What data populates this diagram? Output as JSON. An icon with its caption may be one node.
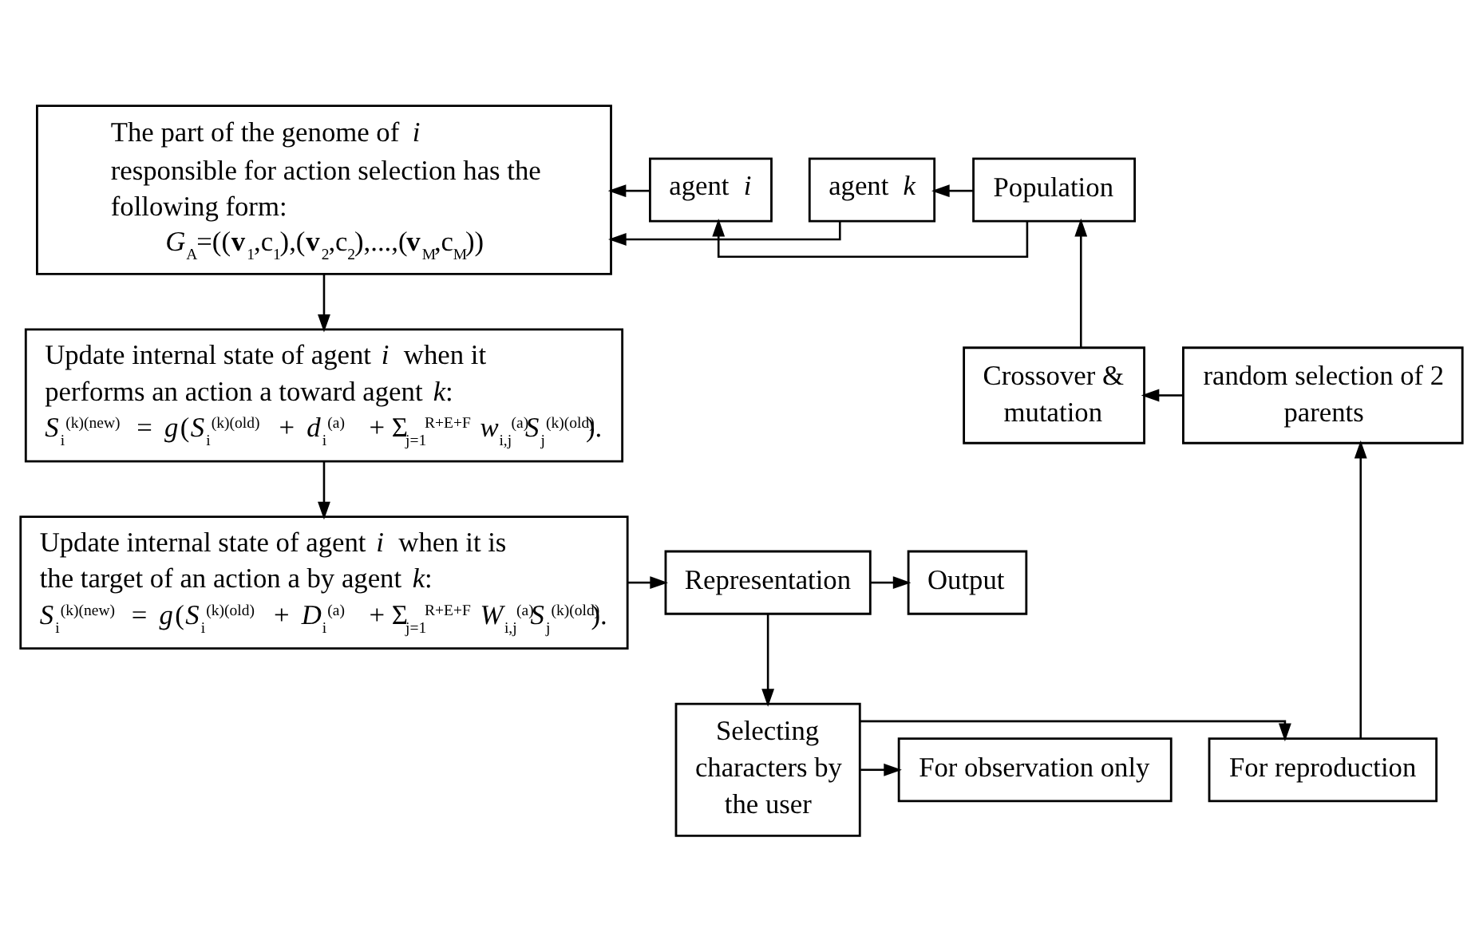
{
  "diagram": {
    "nodes": [
      {
        "text": [
          "The part of the genome of *i* responsible for action selection has the following form:",
          "*G*$_{A}$=((**v**$_{1}$,c$_{1}$),(**v**$_{2}$,c$_{2}$),...,(**v**$_{M}$,c$_{M}$))"
        ]
      },
      {
        "text": [
          "Update internal state of agent *i* when it performs an action a toward agent *k*:",
          "*S*$_{i}$$^{(k)(new)}$ = *g*(*S*$_{i}$$^{(k)(old)}$ + *d*$_{i}$$^{(a)}$ + Σ$_{j=1}$$^{R+E+F}$ *w*$_{i,j}$$^{(a)}$*S*$_{j}$$^{(k)(old)}$)."
        ]
      },
      {
        "text": [
          "Update internal state of agent *i* when it is the target of an action a by agent *k*:",
          "*S*$_{i}$$^{(k)(new)}$ = *g*(*S*$_{i}$$^{(k)(old)}$ + *D*$_{i}$$^{(a)}$ + Σ$_{j=1}$$^{R+E+F}$ *W*$_{i,j}$$^{(a)}$*S*$_{j}$$^{(k)(old)}$)."
        ]
      },
      {
        "text": [
          "agent *k*"
        ]
      },
      {
        "text": [
          "agent *i*"
        ]
      },
      {
        "text": [
          "Population"
        ]
      },
      {
        "text": [
          "Crossover & mutation"
        ]
      },
      {
        "text": [
          "random selection of 2 parents"
        ]
      },
      {
        "text": [
          "Selecting characters by the user"
        ]
      },
      {
        "text": [
          "For reproduction"
        ]
      },
      {
        "text": [
          "For observation only"
        ]
      },
      {
        "text": [
          "Representation"
        ]
      },
      {
        "text": [
          "Output"
        ]
      }
    ],
    "edges": [
      {
        "from": 0,
        "to": 1,
        "arrow": "to"
      },
      {
        "from": 1,
        "to": 2,
        "arrow": "to"
      },
      {
        "from": 3,
        "to": 0,
        "arrow": "to"
      },
      {
        "from": 4,
        "to": 0,
        "arrow": "to"
      },
      {
        "from": 5,
        "to": 3,
        "arrow": "to"
      },
      {
        "from": 5,
        "to": 4,
        "arrow": "to"
      },
      {
        "from": 6,
        "to": 5,
        "arrow": "to"
      },
      {
        "from": 7,
        "to": 6,
        "arrow": "to"
      },
      {
        "from": 9,
        "to": 7,
        "arrow": "to"
      },
      {
        "from": 8,
        "to": 9,
        "arrow": "to"
      },
      {
        "from": 8,
        "to": 10,
        "arrow": "to"
      },
      {
        "from": 11,
        "to": 8,
        "arrow": "to"
      },
      {
        "from": 2,
        "to": 11,
        "arrow": "to"
      },
      {
        "from": 11,
        "to": 12,
        "arrow": "to"
      }
    ]
  }
}
